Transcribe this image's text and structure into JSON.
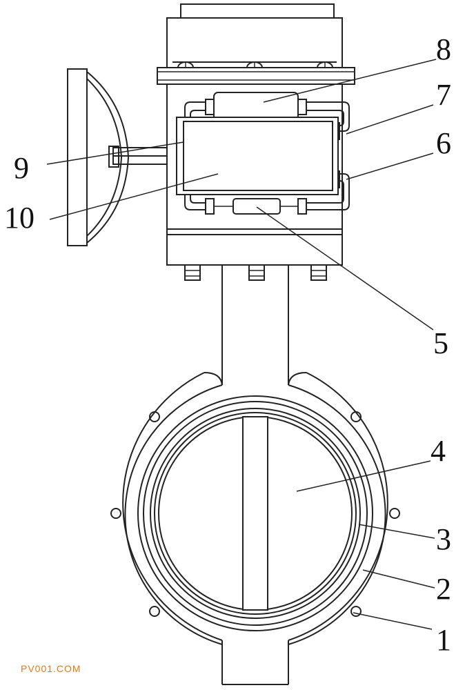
{
  "callouts": [
    {
      "id": "1",
      "label": "1"
    },
    {
      "id": "2",
      "label": "2"
    },
    {
      "id": "3",
      "label": "3"
    },
    {
      "id": "4",
      "label": "4"
    },
    {
      "id": "5",
      "label": "5"
    },
    {
      "id": "6",
      "label": "6"
    },
    {
      "id": "7",
      "label": "7"
    },
    {
      "id": "8",
      "label": "8"
    },
    {
      "id": "9",
      "label": "9"
    },
    {
      "id": "10",
      "label": "10"
    }
  ],
  "watermark": "PV001.COM",
  "colors": {
    "line": "#222222",
    "watermark": "#e07a1a",
    "background": "#ffffff"
  }
}
